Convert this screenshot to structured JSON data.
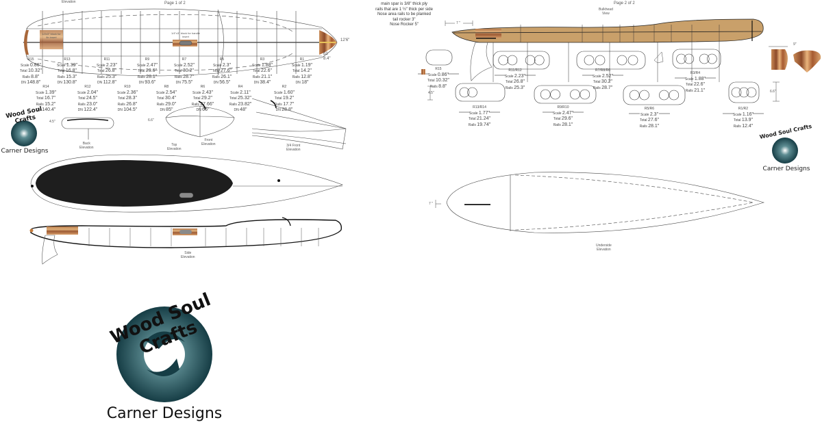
{
  "page1": {
    "top_label": "Elevation",
    "page_label": "Page 1 of 2",
    "fin_block_label": "1/2x3\" block for fin insert",
    "handle_block_label": "1/4\"x3\" block for handle insert",
    "length": "12'6\"",
    "nose_station": "b1",
    "nose_value": "8.4\"",
    "stations": [
      {
        "name": "R15",
        "scale": "0.86\"",
        "total": "10.32\"",
        "rails": "8.8\"",
        "dn": "148.8\""
      },
      {
        "name": "R14",
        "scale": "1.39\"",
        "total": "16.7\"",
        "rails": "15.2\"",
        "dn": "140.4\""
      },
      {
        "name": "R13",
        "scale": "1.39\"",
        "total": "16.8\"",
        "rails": "15.3\"",
        "dn": "130.8\""
      },
      {
        "name": "R12",
        "scale": "2.04\"",
        "total": "24.5\"",
        "rails": "23.0\"",
        "dn": "122.4\""
      },
      {
        "name": "R11",
        "scale": "2.23\"",
        "total": "26.8\"",
        "rails": "25.3\"",
        "dn": "112.8\""
      },
      {
        "name": "R10",
        "scale": "2.36\"",
        "total": "28.3\"",
        "rails": "26.8\"",
        "dn": "104.5\""
      },
      {
        "name": "R9",
        "scale": "2.47\"",
        "total": "29.6\"",
        "rails": "28.1\"",
        "dn": "93.6\""
      },
      {
        "name": "R8",
        "scale": "2.54\"",
        "total": "30.4\"",
        "rails": "29.0\"",
        "dn": "85\""
      },
      {
        "name": "R7",
        "scale": "2.52\"",
        "total": "30.2\"",
        "rails": "28.7\"",
        "dn": "75.5\""
      },
      {
        "name": "R6",
        "scale": "2.43\"",
        "total": "29.2\"",
        "rails": "27.66\"",
        "dn": "66\""
      },
      {
        "name": "R5",
        "scale": "2.3\"",
        "total": "27.6\"",
        "rails": "26.1\"",
        "dn": "56.5\""
      },
      {
        "name": "R4",
        "scale": "2.11\"",
        "total": "25.32\"",
        "rails": "23.82\"",
        "dn": "48\""
      },
      {
        "name": "R3",
        "scale": "1.88\"",
        "total": "22.6\"",
        "rails": "21.1\"",
        "dn": "38.4\""
      },
      {
        "name": "R2",
        "scale": "1.60\"",
        "total": "19.2\"",
        "rails": "17.7\"",
        "dn": "28.8\""
      },
      {
        "name": "R1",
        "scale": "1.19\"",
        "total": "14.2\"",
        "rails": "12.8\"",
        "dn": "18\""
      }
    ],
    "field_labels": {
      "scale": "Scale",
      "total": "Total",
      "rails": "Rails",
      "dn": "DN"
    },
    "back_elevation": "Back\nElevation",
    "back_height": "4.5\"",
    "top_elevation": "Top\nElevation",
    "front_elevation": "Front\nElevation",
    "front_height": "6.6\"",
    "three_quarter": "3/4 Front\nElevation",
    "side_elevation": "Side\nElevation"
  },
  "notes": [
    "main spar is 3/8\" thick ply",
    "rails that are 1 ½\" thick per side",
    "Nose area rails to be planked",
    "tail rocker 3\"",
    "Nose Rocker 5\""
  ],
  "page2": {
    "page_label": "Page 2 of 2",
    "bulkhead_label": "Bulkhead\nView",
    "tail_width": "7 \"",
    "under_width": "7 \"",
    "underside_label": "Underside\nElevation",
    "nose_width": "9\"",
    "nose_height": "6.6\"",
    "tail_height": "4.5\"",
    "bulkheads": [
      {
        "name": "R15",
        "scale": "0.86\"",
        "total": "10.32\"",
        "rails": "8.8\""
      },
      {
        "name": "R13/R14",
        "scale": "1.77\"",
        "total": "21.24\"",
        "rails": "19.74\""
      },
      {
        "name": "R11/R12",
        "scale": "2.23\"",
        "total": "26.8\"",
        "rails": "25.3\""
      },
      {
        "name": "R9/R10",
        "scale": "2.47\"",
        "total": "29.6\"",
        "rails": "28.1\""
      },
      {
        "name": "R7/R8/R6",
        "scale": "2.52\"",
        "total": "30.2\"",
        "rails": "28.7\""
      },
      {
        "name": "R5/R6",
        "scale": "2.3\"",
        "total": "27.6\"",
        "rails": "28.1\""
      },
      {
        "name": "R3/R4",
        "scale": "1.88\"",
        "total": "22.6\"",
        "rails": "21.1\""
      },
      {
        "name": "R1/R2",
        "scale": "1.16\"",
        "total": "13.9\"",
        "rails": "12.4\""
      }
    ]
  },
  "logo": {
    "top_text": "Wood Soul Crafts",
    "bottom_text": "Carner Designs"
  },
  "colors": {
    "wood": "#c9a06a",
    "wood_dark": "#a8673a",
    "deck": "#1e1e1e",
    "logo_teal": "#1f4a52",
    "line": "#333333"
  }
}
